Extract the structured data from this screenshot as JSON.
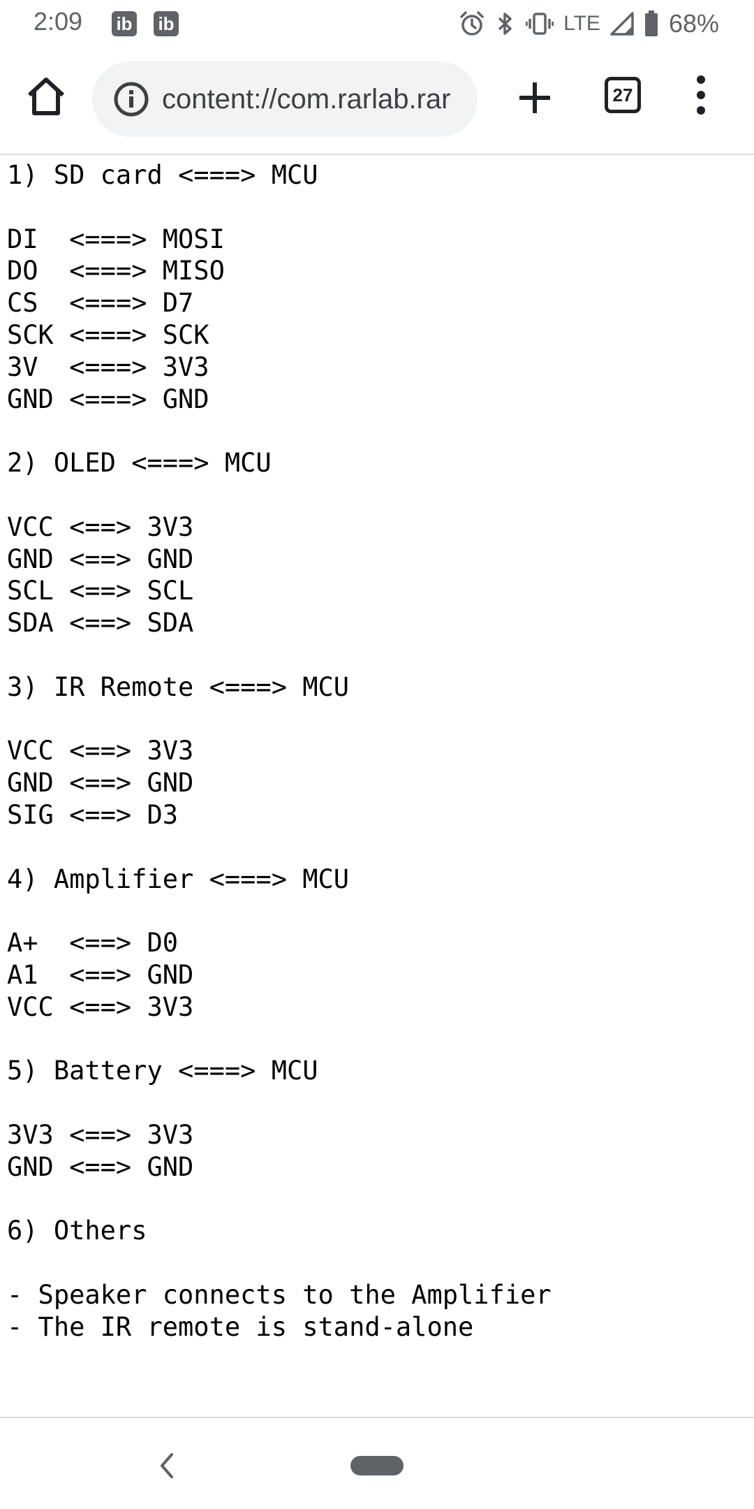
{
  "status_bar": {
    "time": "2:09",
    "app_icons": [
      "ib",
      "ib"
    ],
    "network": "LTE",
    "battery": "68%"
  },
  "toolbar": {
    "url": "content://com.rarlab.rar",
    "tab_count": "27"
  },
  "document": {
    "lines": [
      "1) SD card <===> MCU",
      "",
      "DI  <===> MOSI",
      "DO  <===> MISO",
      "CS  <===> D7",
      "SCK <===> SCK",
      "3V  <===> 3V3",
      "GND <===> GND",
      "",
      "2) OLED <===> MCU",
      "",
      "VCC <==> 3V3",
      "GND <==> GND",
      "SCL <==> SCL",
      "SDA <==> SDA",
      "",
      "3) IR Remote <===> MCU",
      "",
      "VCC <==> 3V3",
      "GND <==> GND",
      "SIG <==> D3",
      "",
      "4) Amplifier <===> MCU",
      "",
      "A+  <==> D0",
      "A1  <==> GND",
      "VCC <==> 3V3",
      "",
      "5) Battery <===> MCU",
      "",
      "3V3 <==> 3V3",
      "GND <==> GND",
      "",
      "6) Others",
      "",
      "- Speaker connects to the Amplifier",
      "- The IR remote is stand-alone"
    ]
  },
  "icons": {
    "home": "home-icon",
    "info": "info-icon",
    "new_tab": "plus-icon",
    "tabs": "tab-switcher-icon",
    "menu": "more-vert-icon",
    "back": "back-chevron-icon",
    "home_pill": "home-gesture-pill"
  },
  "colors": {
    "background": "#ffffff",
    "omnibox": "#f1f3f4",
    "status_icons": "#5f6368",
    "text": "#000000"
  }
}
